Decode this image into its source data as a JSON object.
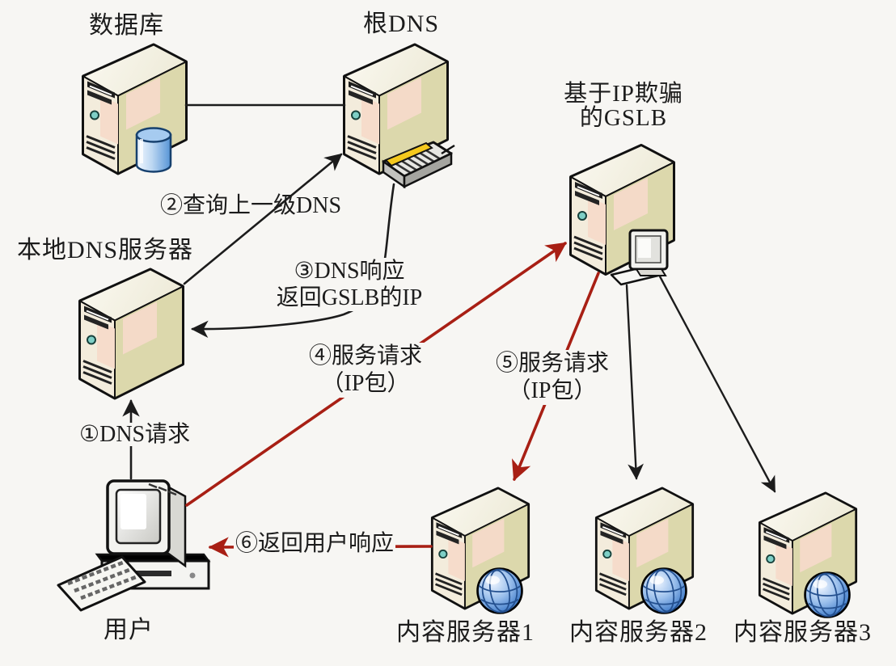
{
  "diagram": {
    "type": "network-flow-diagram",
    "subject": "GSLB based on IP spoofing DNS resolution flow",
    "colors": {
      "background": "#f7f6f3",
      "black_line": "#1c1c1c",
      "red_line": "#a81f14",
      "server_front": "#f3ecdc",
      "server_side": "#dcd8ac",
      "server_panel_pink": "#f5dccb",
      "power_button_teal": "#7ecfc6",
      "globe_blue": "#4d86cf",
      "database_cylinder_blue": "#5795d6",
      "pencil_yellow": "#f5c91d"
    }
  },
  "nodes": {
    "database": {
      "label": "数据库",
      "icon": "server-with-database-cylinder"
    },
    "root_dns": {
      "label": "根DNS",
      "icon": "server-with-keyboard-device"
    },
    "gslb": {
      "label_line1": "基于IP欺骗",
      "label_line2": "的GSLB",
      "icon": "server-with-mini-pc"
    },
    "local_dns": {
      "label": "本地DNS服务器",
      "icon": "server"
    },
    "user": {
      "label": "用户",
      "icon": "desktop-computer-with-keyboard"
    },
    "content_server_1": {
      "label": "内容服务器1",
      "icon": "server-with-globe"
    },
    "content_server_2": {
      "label": "内容服务器2",
      "icon": "server-with-globe"
    },
    "content_server_3": {
      "label": "内容服务器3",
      "icon": "server-with-globe"
    }
  },
  "steps": {
    "step1": {
      "label": "①DNS请求",
      "from": "user",
      "to": "local_dns",
      "color": "black"
    },
    "step2": {
      "label": "②查询上一级DNS",
      "from": "local_dns",
      "to": "root_dns",
      "color": "black"
    },
    "step3": {
      "line1": "③DNS响应",
      "line2": "返回GSLB的IP",
      "from": "root_dns",
      "to": "local_dns",
      "color": "black"
    },
    "step4": {
      "line1": "④服务请求",
      "line2": "（IP包）",
      "from": "user",
      "to": "gslb",
      "color": "red"
    },
    "step5": {
      "line1": "⑤服务请求",
      "line2": "（IP包）",
      "from": "gslb",
      "to": "content_server_1",
      "color": "red"
    },
    "step6": {
      "label": "⑥返回用户响应",
      "from": "content_server_1",
      "to": "user",
      "color": "red"
    },
    "unlabeled_links": [
      {
        "from": "database",
        "to": "root_dns",
        "style": "plain-line"
      },
      {
        "from": "gslb",
        "to": "content_server_2",
        "style": "black-arrow"
      },
      {
        "from": "gslb",
        "to": "content_server_3",
        "style": "black-arrow"
      }
    ]
  }
}
